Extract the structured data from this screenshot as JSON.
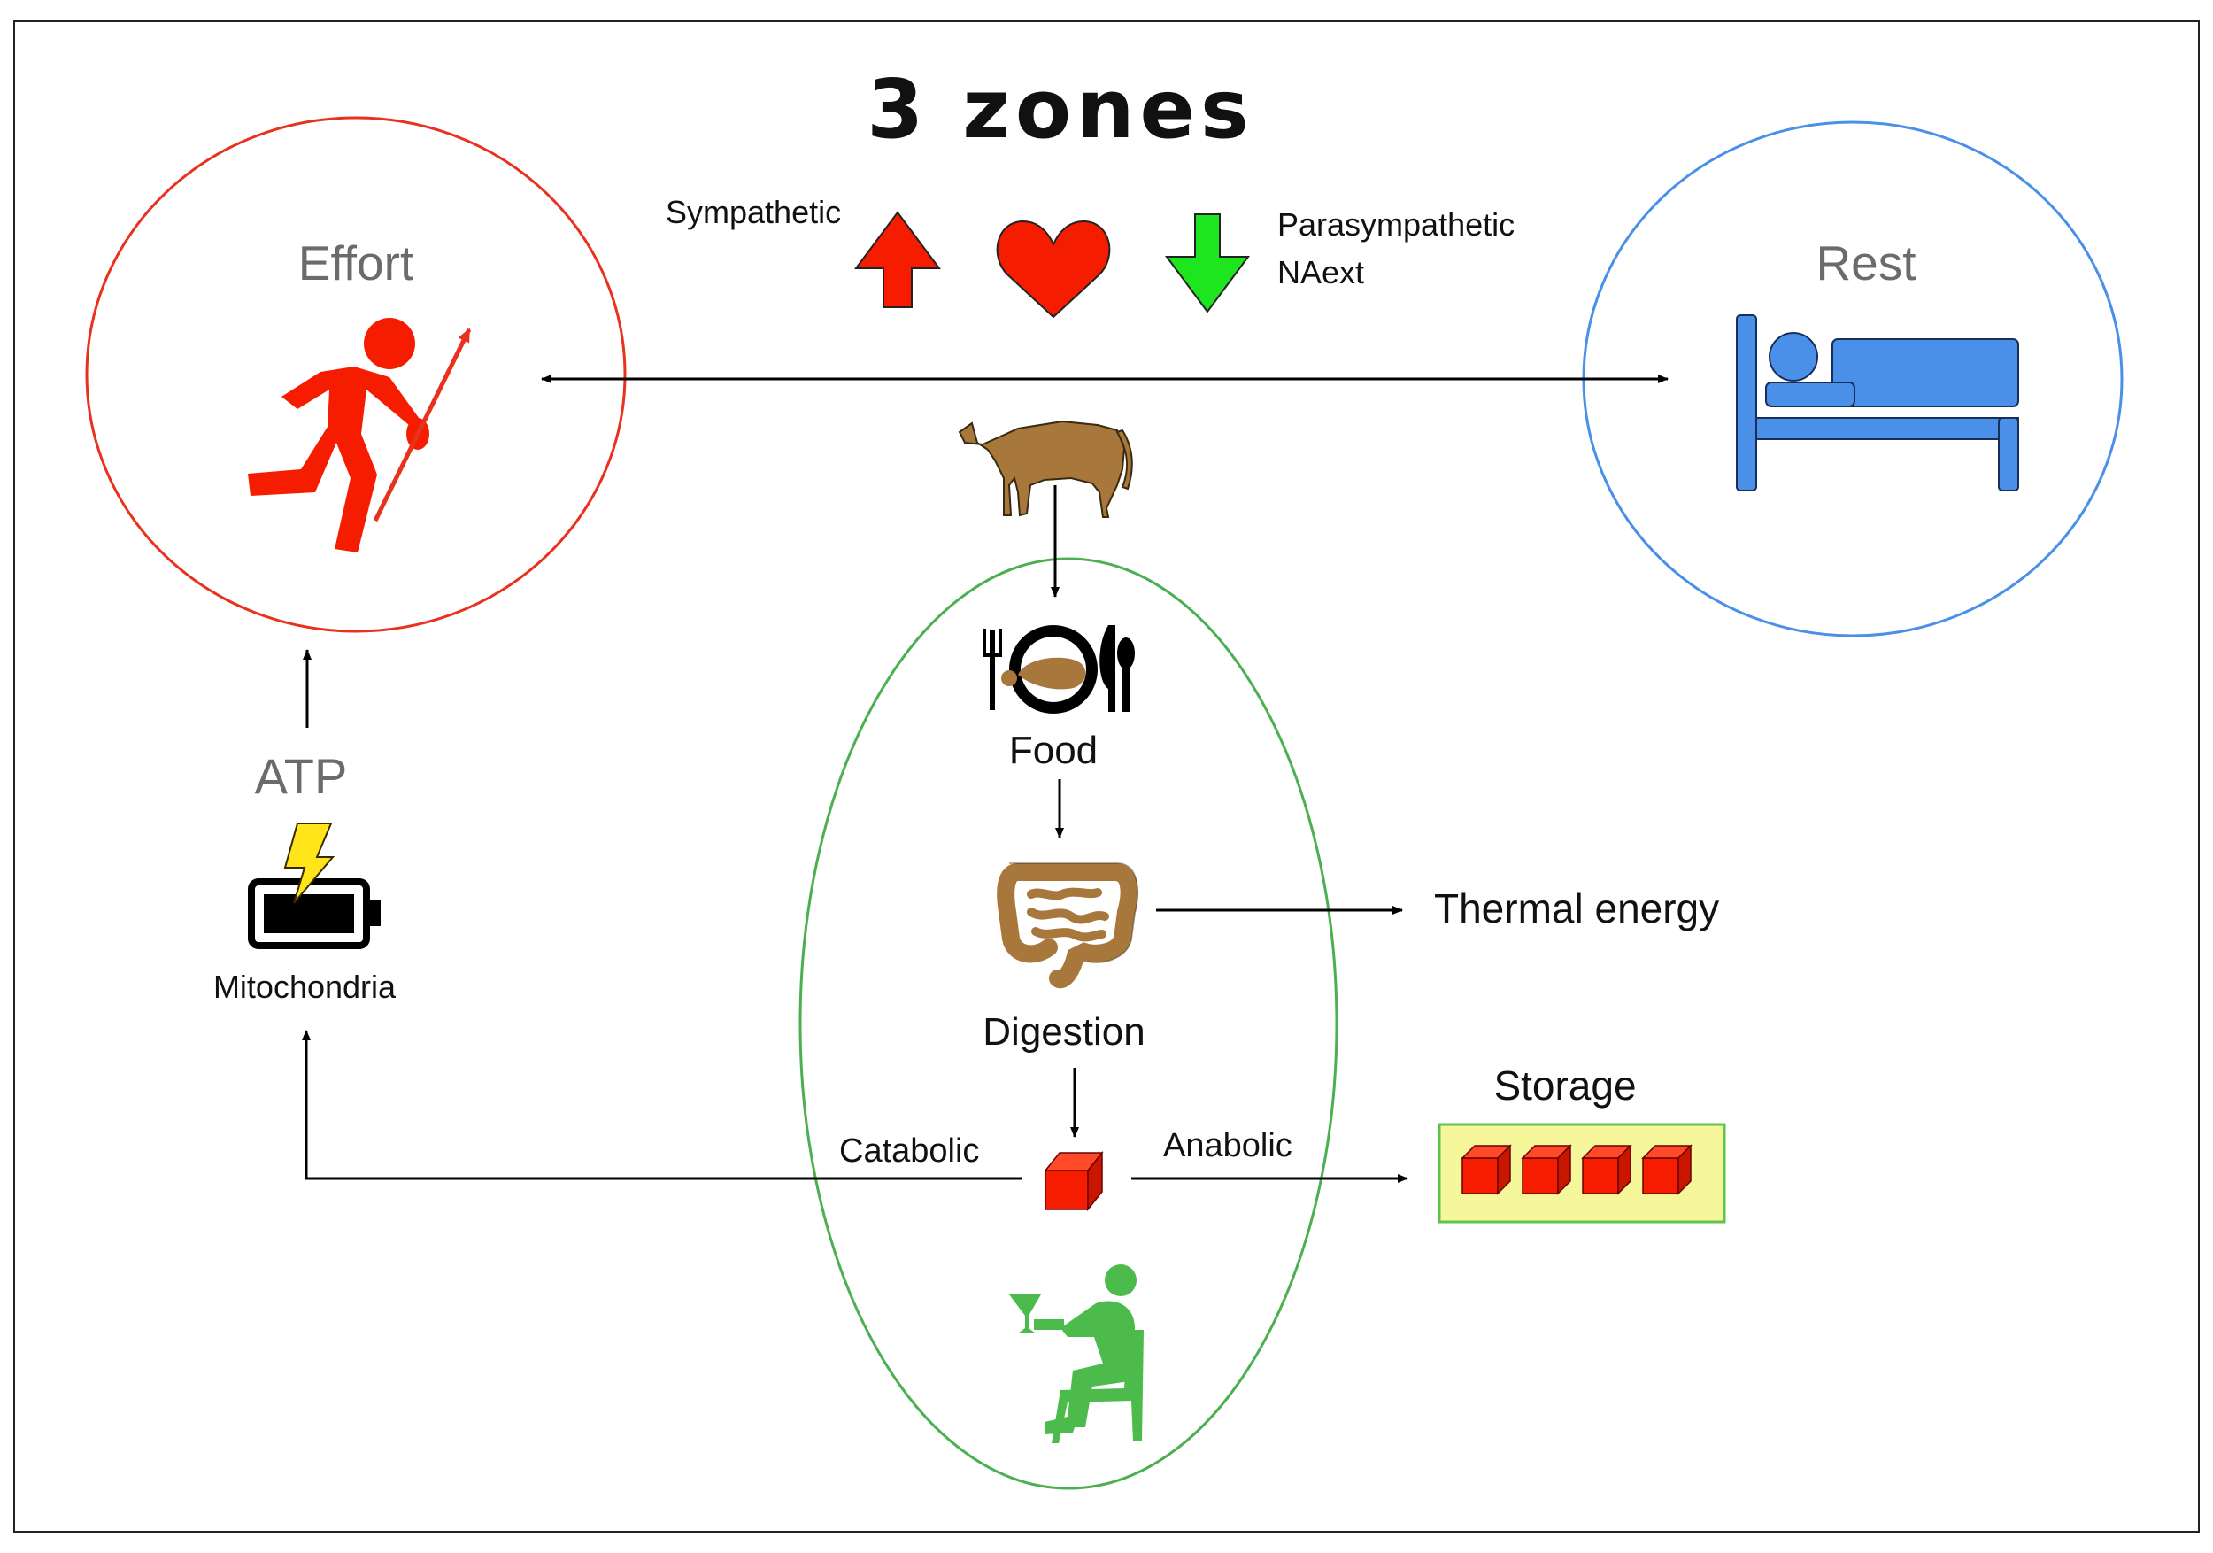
{
  "title": "3 zones",
  "zones": {
    "effort": {
      "label": "Effort",
      "color": "#e8321e"
    },
    "rest": {
      "label": "Rest",
      "color": "#4a8fe8"
    },
    "digestion_zone": {
      "color": "#4caf50"
    }
  },
  "nervous_system": {
    "sympathetic": "Sympathetic",
    "parasympathetic": "Parasympathetic",
    "naext": "NAext",
    "up_arrow_color": "#f51c00",
    "heart_color": "#f51c00",
    "down_arrow_color": "#1ee61e"
  },
  "labels": {
    "atp": "ATP",
    "mitochondria": "Mitochondria",
    "food": "Food",
    "digestion": "Digestion",
    "thermal_energy": "Thermal energy",
    "storage": "Storage",
    "catabolic": "Catabolic",
    "anabolic": "Anabolic"
  },
  "icons": {
    "runner": "running-person-icon",
    "bed": "sleeping-person-bed-icon",
    "cow": "cow-icon",
    "plate": "plate-fork-knife-spoon-icon",
    "intestine": "intestine-icon",
    "battery": "battery-charging-icon",
    "cube": "cube-icon",
    "storage_cubes": "cube-icon",
    "seated_person": "seated-person-drink-icon"
  },
  "storage_box": {
    "fill": "#f5f79a",
    "border": "#5cc44a",
    "cube_count": 4
  }
}
